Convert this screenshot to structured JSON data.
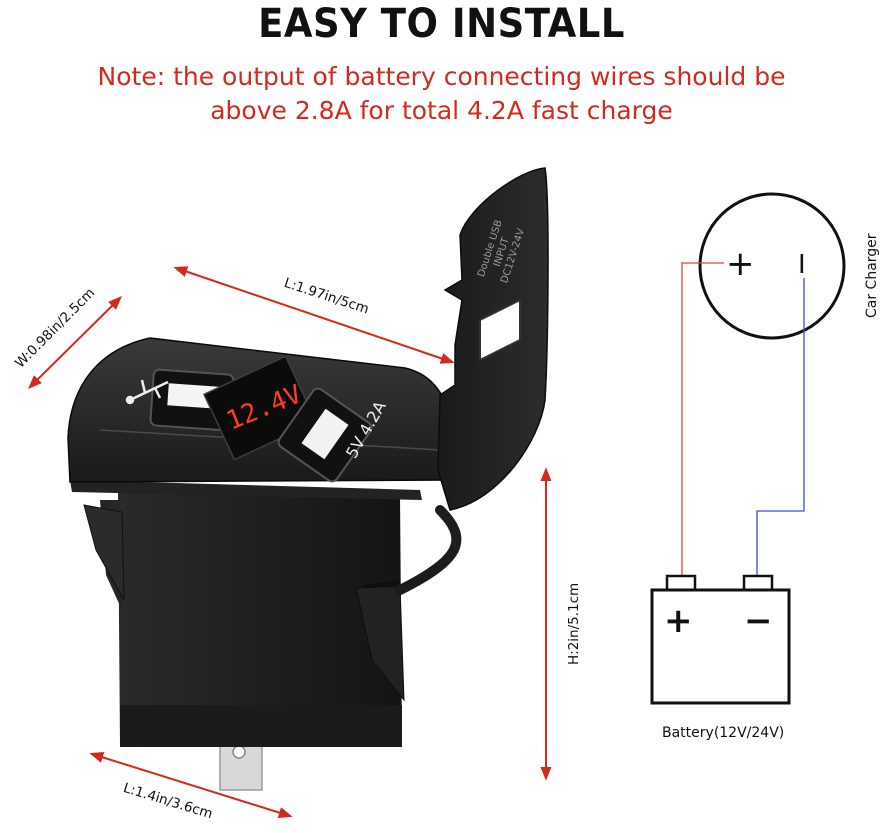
{
  "header": {
    "title": "EASY TO INSTALL",
    "note_line1": "Note: the output of battery connecting wires should be",
    "note_line2": "above 2.8A for total 4.2A fast charge"
  },
  "dimensions": {
    "length_top": "L:1.97in/5cm",
    "width": "W:0.98in/2.5cm",
    "height": "H:2in/5.1cm",
    "length_bottom": "L:1.4in/3.6cm"
  },
  "device": {
    "display_value": "12.4",
    "display_unit": "V",
    "port_label": "5V 4.2A",
    "cap_text_line1": "Double USB",
    "cap_text_line2": "INPUT",
    "cap_text_line3": "DC12V-24V"
  },
  "diagram": {
    "charger_plus": "+",
    "charger_minus": "I",
    "charger_label": "Car Charger",
    "battery_plus": "+",
    "battery_minus": "−",
    "battery_label": "Battery(12V/24V)"
  },
  "colors": {
    "accent_red": "#d22a1e",
    "positive_wire": "#e0463c",
    "negative_wire": "#3a4fd0",
    "device_body": "#1b1b1b"
  }
}
